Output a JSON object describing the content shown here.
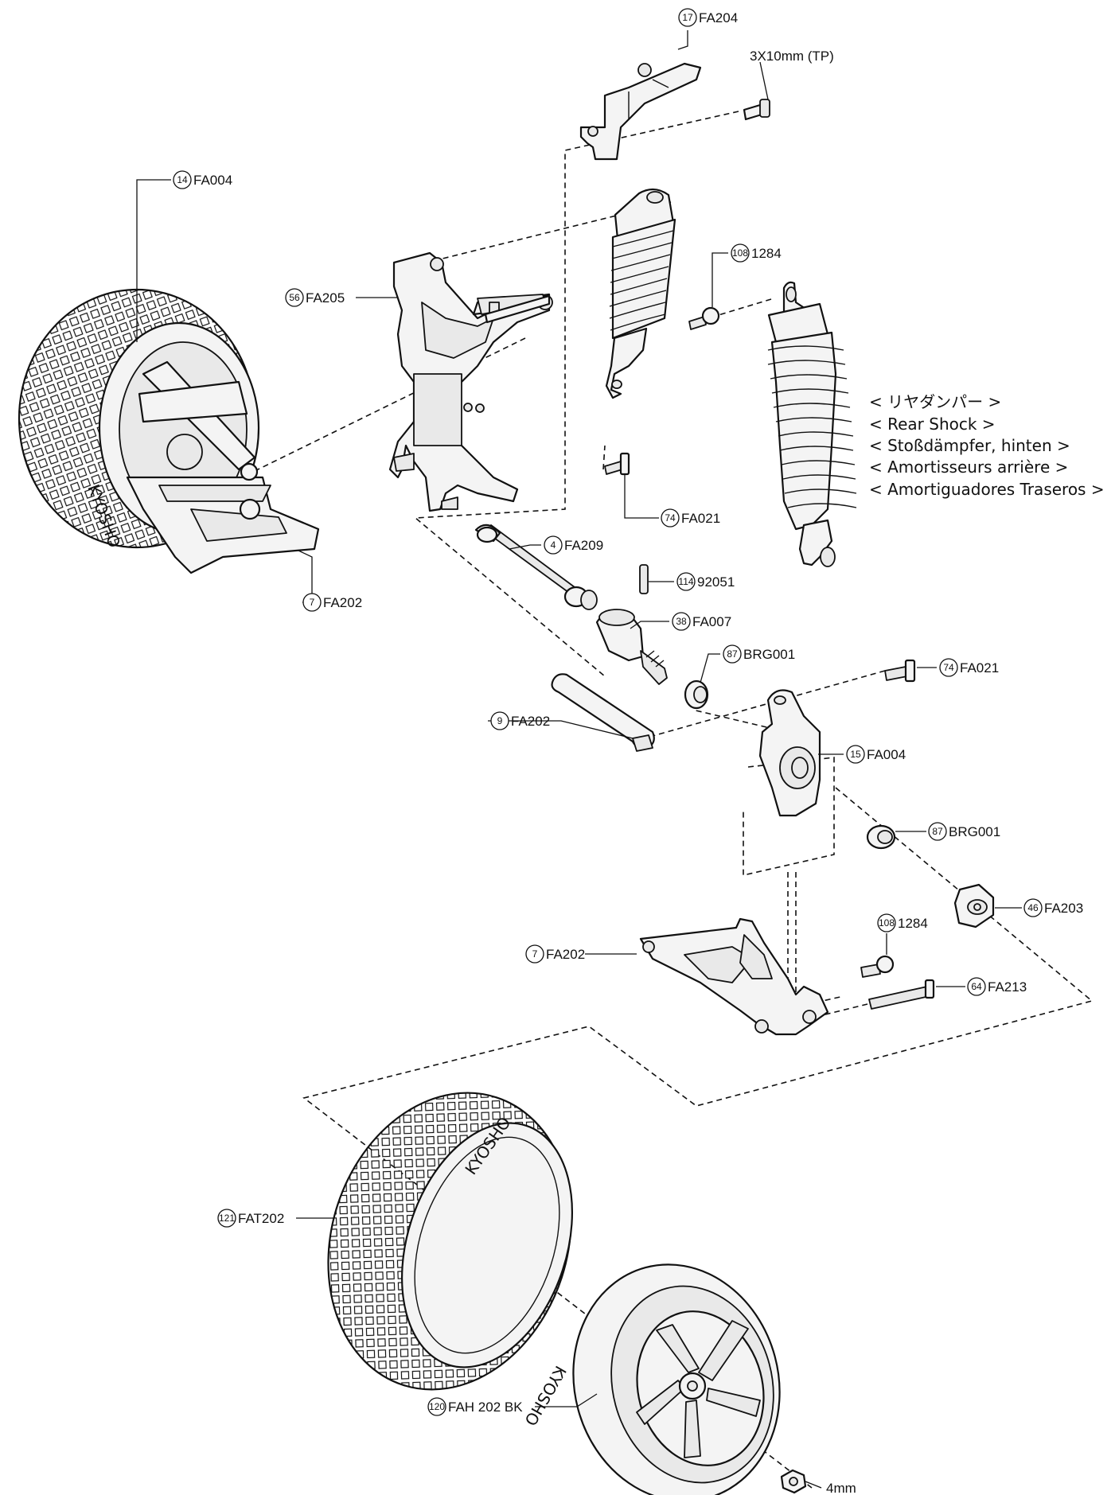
{
  "callouts": [
    {
      "num": "17",
      "code": "FA204"
    },
    {
      "num": "",
      "code": "3X10mm (TP)"
    },
    {
      "num": "14",
      "code": "FA004"
    },
    {
      "num": "56",
      "code": "FA205"
    },
    {
      "num": "108",
      "code": "1284"
    },
    {
      "num": "74",
      "code": "FA021"
    },
    {
      "num": "4",
      "code": "FA209"
    },
    {
      "num": "7",
      "code": "FA202"
    },
    {
      "num": "114",
      "code": "92051"
    },
    {
      "num": "38",
      "code": "FA007"
    },
    {
      "num": "87",
      "code": "BRG001"
    },
    {
      "num": "74",
      "code": "FA021"
    },
    {
      "num": "9",
      "code": "FA202"
    },
    {
      "num": "15",
      "code": "FA004"
    },
    {
      "num": "87",
      "code": "BRG001"
    },
    {
      "num": "46",
      "code": "FA203"
    },
    {
      "num": "108",
      "code": "1284"
    },
    {
      "num": "7",
      "code": "FA202"
    },
    {
      "num": "64",
      "code": "FA213"
    },
    {
      "num": "121",
      "code": "FAT202"
    },
    {
      "num": "120",
      "code": "FAH 202 BK"
    },
    {
      "num": "",
      "code": "4mm"
    }
  ],
  "assembly_caption": [
    "< リヤダンパー >",
    "< Rear Shock >",
    "< Stoßdämpfer, hinten >",
    "< Amortisseurs arrière >",
    "< Amortiguadores Traseros >"
  ],
  "tire_brand": "KYOSHO"
}
